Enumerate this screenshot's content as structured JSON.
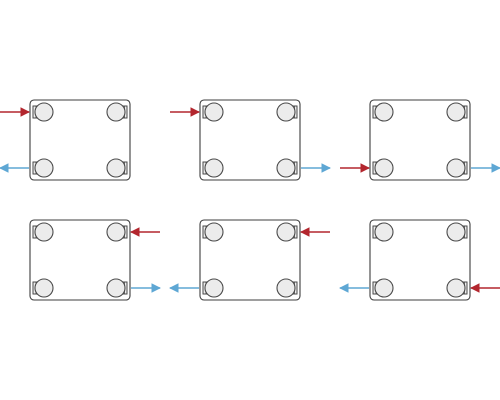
{
  "colors": {
    "background": "#ffffff",
    "outline": "#3c3c3c",
    "supply_arrow": "#b3262e",
    "return_arrow": "#5ea7d4",
    "port_fill": "#ececec",
    "port_stroke": "#4a4a4a"
  },
  "connection_schemes": [
    {
      "name": "scheme-1",
      "inlet": "top-left",
      "outlet": "bottom-left"
    },
    {
      "name": "scheme-2",
      "inlet": "top-left",
      "outlet": "bottom-right"
    },
    {
      "name": "scheme-3",
      "inlet": "bottom-left",
      "outlet": "bottom-right"
    },
    {
      "name": "scheme-4",
      "inlet": "top-right",
      "outlet": "bottom-right"
    },
    {
      "name": "scheme-5",
      "inlet": "top-right",
      "outlet": "bottom-left"
    },
    {
      "name": "scheme-6",
      "inlet": "bottom-right",
      "outlet": "bottom-left"
    }
  ],
  "icons": {
    "panel": "radiator-panel-icon",
    "port": "connection-port-icon",
    "supply": "supply-arrow-icon",
    "return": "return-arrow-icon"
  }
}
